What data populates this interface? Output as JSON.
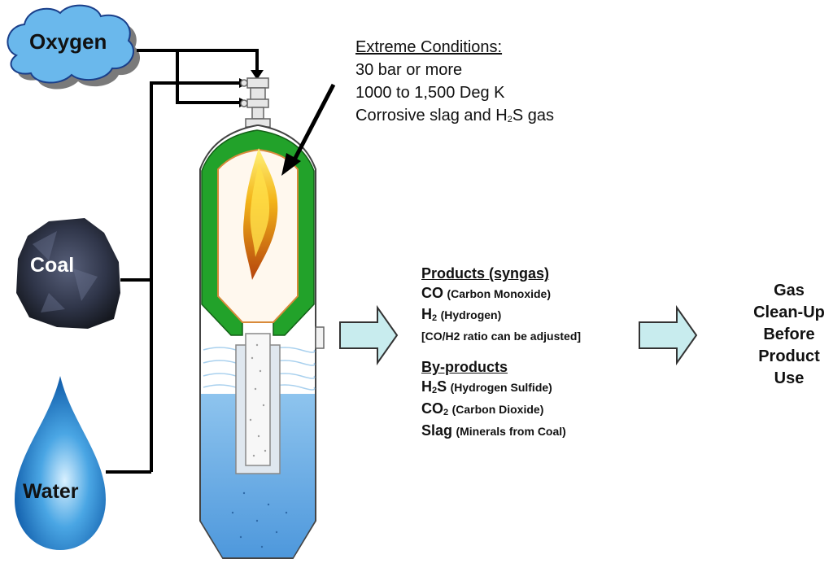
{
  "inputs": {
    "oxygen": "Oxygen",
    "coal": "Coal",
    "water": "Water"
  },
  "conditions": {
    "heading": "Extreme Conditions:",
    "line1": "30 bar or more",
    "line2": "1000 to 1,500 Deg K",
    "line3_prefix": "Corrosive slag and H",
    "line3_sub": "2",
    "line3_suffix": "S gas"
  },
  "products": {
    "heading": "Products (syngas)",
    "co_formula": "CO",
    "co_name": "(Carbon Monoxide)",
    "h2_formula": "H",
    "h2_sub": "2",
    "h2_name": "(Hydrogen)",
    "ratio_note": "[CO/H2 ratio can be adjusted]"
  },
  "byproducts": {
    "heading": "By-products",
    "h2s_formula_a": "H",
    "h2s_sub": "2",
    "h2s_formula_b": "S",
    "h2s_name": "(Hydrogen Sulfide)",
    "co2_formula": "CO",
    "co2_sub": "2",
    "co2_name": "(Carbon Dioxide)",
    "slag_formula": "Slag",
    "slag_name": "(Minerals from Coal)"
  },
  "cleanup": {
    "line1": "Gas",
    "line2": "Clean-Up",
    "line3": "Before",
    "line4": "Product",
    "line5": "Use"
  },
  "colors": {
    "refractory": "#22a22a",
    "water": "#5aa2de",
    "arrow_fill": "#c8ecee",
    "cloud": "#6ab8ec",
    "flame": "#f0b020"
  }
}
